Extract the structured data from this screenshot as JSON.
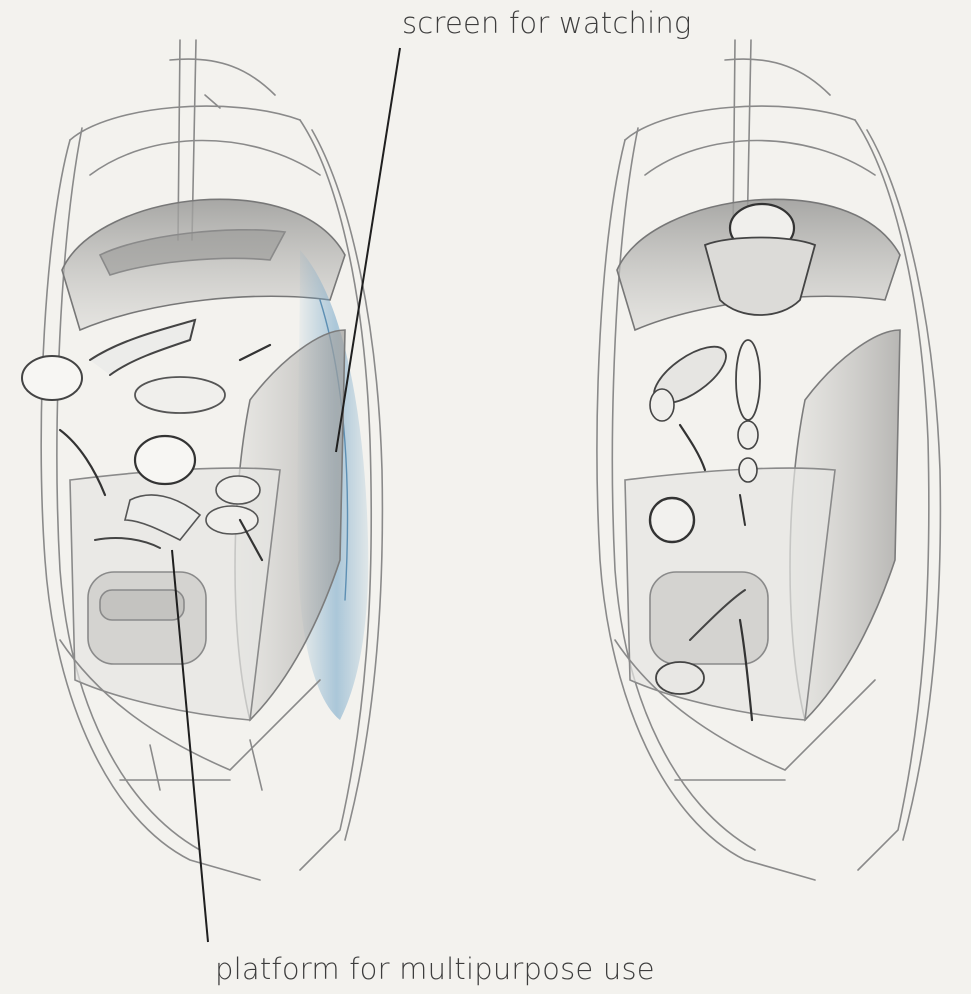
{
  "annotations": {
    "screen_label": "screen for watching",
    "platform_label": "platform for multipurpose use"
  },
  "figures": [
    {
      "name": "car-interior-layout-left",
      "highlight": "screen",
      "highlight_color": "#6fa3c7"
    },
    {
      "name": "car-interior-layout-right"
    }
  ],
  "colors": {
    "background": "#f3f2ee",
    "pencil": "#8a8a8a",
    "dark_stroke": "#2f2f2f",
    "shade": "#c9c9c7",
    "screen_blue": "#6fa3c7"
  }
}
